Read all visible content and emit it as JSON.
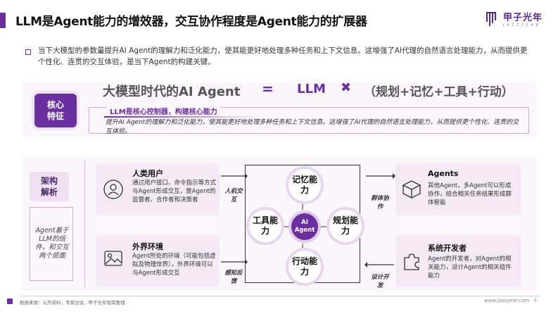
{
  "header": {
    "title": "LLM是Agent能力的增效器，交互协作程度是Agent能力的扩展器",
    "logo_cn": "甲子光年",
    "logo_en": "J A Z Z Y E A R"
  },
  "intro": {
    "text": "当下大模型的参数量提升AI Agent的理解力和泛化能力，使其能更好地处理多种任务和上下文信息。这增强了AI代理的自然语言处理能力，从而提供更个性化、连贯的交互体验，是当下Agent的构建关键。"
  },
  "core": {
    "badge_line1": "核心",
    "badge_line2": "特征",
    "formula_left": "大模型时代的AI Agent",
    "equals": "=",
    "llm": "LLM",
    "times": "✖",
    "formula_right": "（规划+记忆+工具+行动）",
    "subtitle": "LLM是核心控制器，构建核心能力",
    "description": "提升AI Agent的理解力和泛化能力，使其能更好地处理多种任务和上下文信息。这增强了AI代理的自然语言处理能力，从而提供更个性化、连贯的交互体验。"
  },
  "architecture": {
    "badge_line1": "架构",
    "badge_line2": "解析",
    "description": "Agent基于LLM的组件，和交互两个层面",
    "human": {
      "title": "人类用户",
      "text": "通过用户接口、命令指示等方式与Agent形成交互，是Agent的监督者、合作者和决策者",
      "icon": "person-icon"
    },
    "environment": {
      "title": "外界环境",
      "text": "Agent所处的环境（可能包括虚拟及物理世界），外界环境可以与Agent形成交互",
      "icon": "image-icon"
    },
    "label_human": "人机交互",
    "label_env": "感知反馈",
    "label_agents": "群体协作",
    "label_dev": "设计开发",
    "nodes": {
      "memory": "记忆能力",
      "tools": "工具能力",
      "planning": "规划能力",
      "action": "行动能力",
      "ai_line1": "AI",
      "ai_line2": "Agent"
    },
    "agents": {
      "title": "Agents",
      "text": "其他Agent，多Agent可以形成协作，结合相关任务结果形成群体智能",
      "icon": "cube-icon"
    },
    "developer": {
      "title": "系统开发者",
      "text": "Agent的开发者，对Agent的相关能力，设计Agent的相关组件能力",
      "icon": "puzzle-icon"
    }
  },
  "footer": {
    "source": "数据来源：公开资料，专家访谈，甲子光年智库整理",
    "url": "www.jazzyear.com",
    "page": "4"
  },
  "colors": {
    "brand": "#6b2fa0",
    "light_bg": "#faf6fb",
    "box_bg": "#f5e9f6"
  }
}
